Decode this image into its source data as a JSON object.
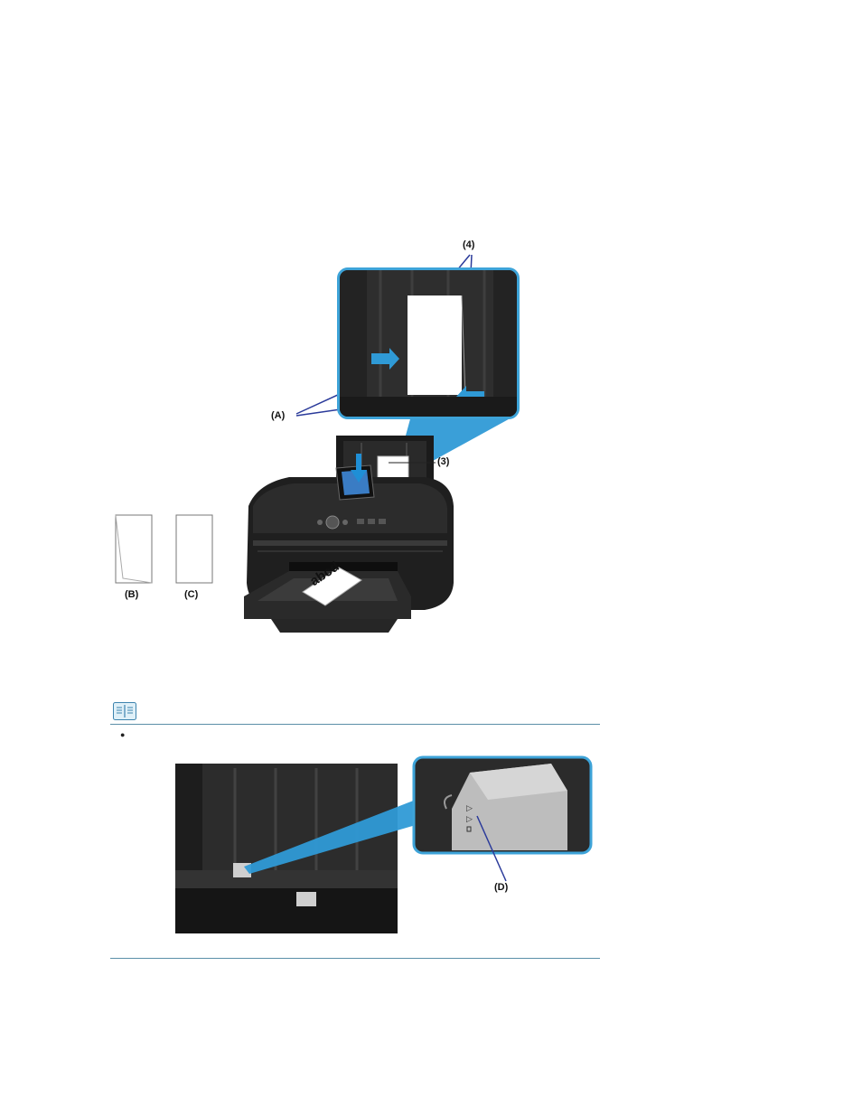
{
  "figure1": {
    "labels": {
      "callout_4": "(4)",
      "callout_a": "(A)",
      "callout_3": "(3)",
      "callout_b": "(B)",
      "callout_c": "(C)"
    },
    "paper_text": "abcd"
  },
  "note": {
    "icon": "note-book-icon",
    "bullet": "●"
  },
  "figure2": {
    "labels": {
      "callout_d": "(D)"
    }
  },
  "colors": {
    "callout_border": "#3da3d8",
    "callout_beam": "#2f9ad6",
    "rule": "#5b8fa8",
    "printer_body": "#1e1e1e",
    "arrow": "#1f8fd6"
  }
}
